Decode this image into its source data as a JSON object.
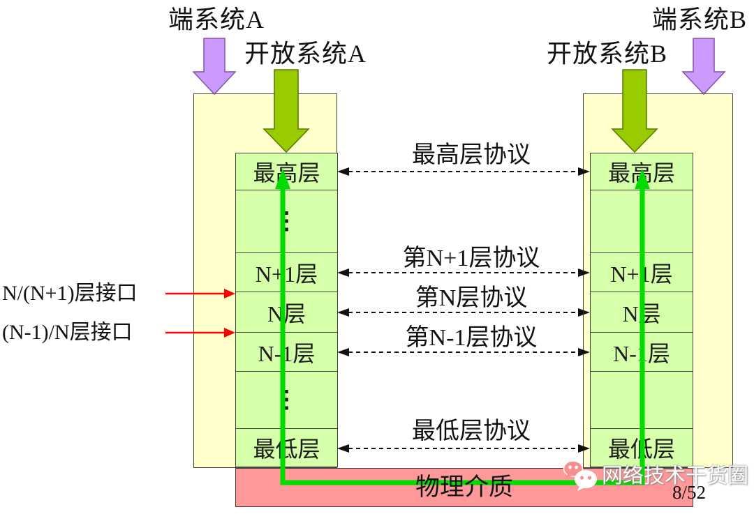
{
  "systems": {
    "end_a": "端系统A",
    "open_a": "开放系统A",
    "end_b": "端系统B",
    "open_b": "开放系统B"
  },
  "layers": [
    "最高层",
    "⋮",
    "N+1层",
    "N层",
    "N-1层",
    "⋮",
    "最低层"
  ],
  "protocols": [
    "最高层协议",
    "第N+1层协议",
    "第N层协议",
    "第N-1层协议",
    "最低层协议"
  ],
  "interfaces": [
    "N/(N+1)层接口",
    "(N-1)/N层接口"
  ],
  "physical_medium": "物理介质",
  "watermark": {
    "text": "网络技术干货圈",
    "icon": "wechat-chat-bubbles-icon"
  },
  "page_number": "8/52",
  "colors": {
    "system_box_fill": "#FFFFCC",
    "layer_fill": "#D5FFA8",
    "medium_fill": "#FF9999",
    "end_system_arrow": "#CC99FF",
    "open_system_arrow": "#99CC00",
    "data_path": "#00DC00",
    "interface_arrow": "#FF0000"
  }
}
